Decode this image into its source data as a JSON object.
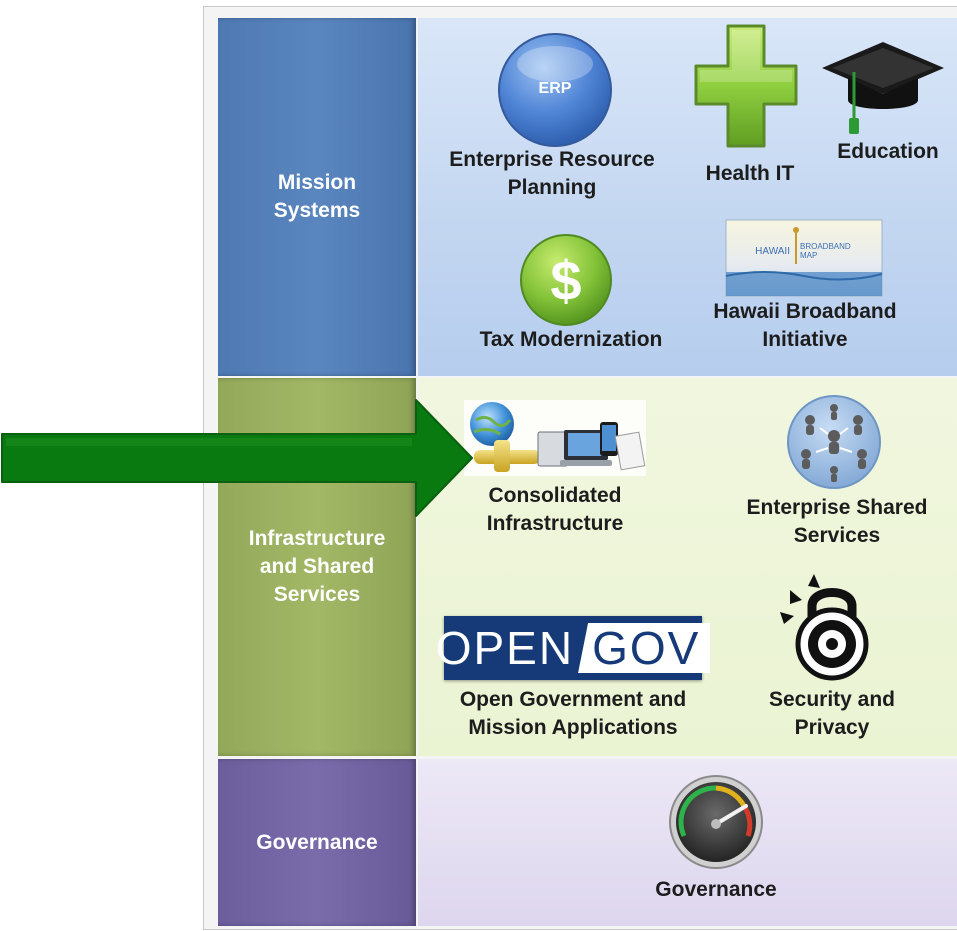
{
  "rows": {
    "mission": {
      "label_line1": "Mission",
      "label_line2": "Systems",
      "items": {
        "erp": {
          "icon_text": "ERP",
          "line1": "Enterprise Resource",
          "line2": "Planning"
        },
        "health": {
          "line1": "Health IT"
        },
        "education": {
          "line1": "Education"
        },
        "tax": {
          "line1": "Tax Modernization"
        },
        "broadband": {
          "logo_text1": "HAWAII",
          "logo_text2": "BROADBAND",
          "logo_text3": "MAP",
          "line1": "Hawaii Broadband",
          "line2": "Initiative"
        }
      }
    },
    "infra": {
      "label_line1": "Infrastructure",
      "label_line2": "and Shared",
      "label_line3": "Services",
      "items": {
        "consolidated": {
          "line1": "Consolidated",
          "line2": "Infrastructure"
        },
        "shared": {
          "line1": "Enterprise Shared",
          "line2": "Services"
        },
        "opengov": {
          "logo_open": "OPEN",
          "logo_gov": "GOV",
          "line1": "Open Government and",
          "line2": "Mission Applications"
        },
        "security": {
          "line1": "Security and",
          "line2": "Privacy"
        }
      }
    },
    "governance": {
      "label_line1": "Governance",
      "items": {
        "gauge": {
          "line1": "Governance"
        }
      }
    }
  },
  "colors": {
    "mission": "#5a86bf",
    "infra": "#a3b866",
    "governance": "#7a6caa",
    "arrow": "#0a7a12"
  }
}
